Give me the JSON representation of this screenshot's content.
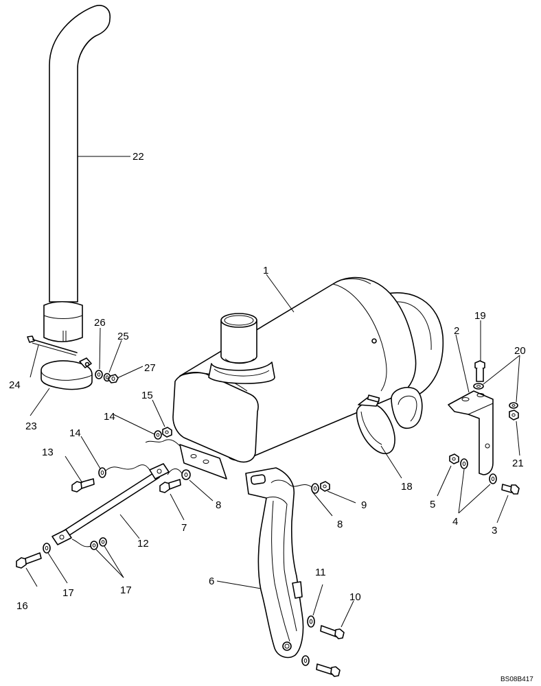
{
  "diagram": {
    "callouts": [
      "1",
      "2",
      "3",
      "4",
      "5",
      "6",
      "7",
      "8",
      "8",
      "9",
      "10",
      "11",
      "12",
      "13",
      "14",
      "14",
      "15",
      "16",
      "17",
      "17",
      "18",
      "19",
      "20",
      "21",
      "22",
      "23",
      "24",
      "25",
      "26",
      "27"
    ],
    "drawing_code": "BS08B417"
  }
}
